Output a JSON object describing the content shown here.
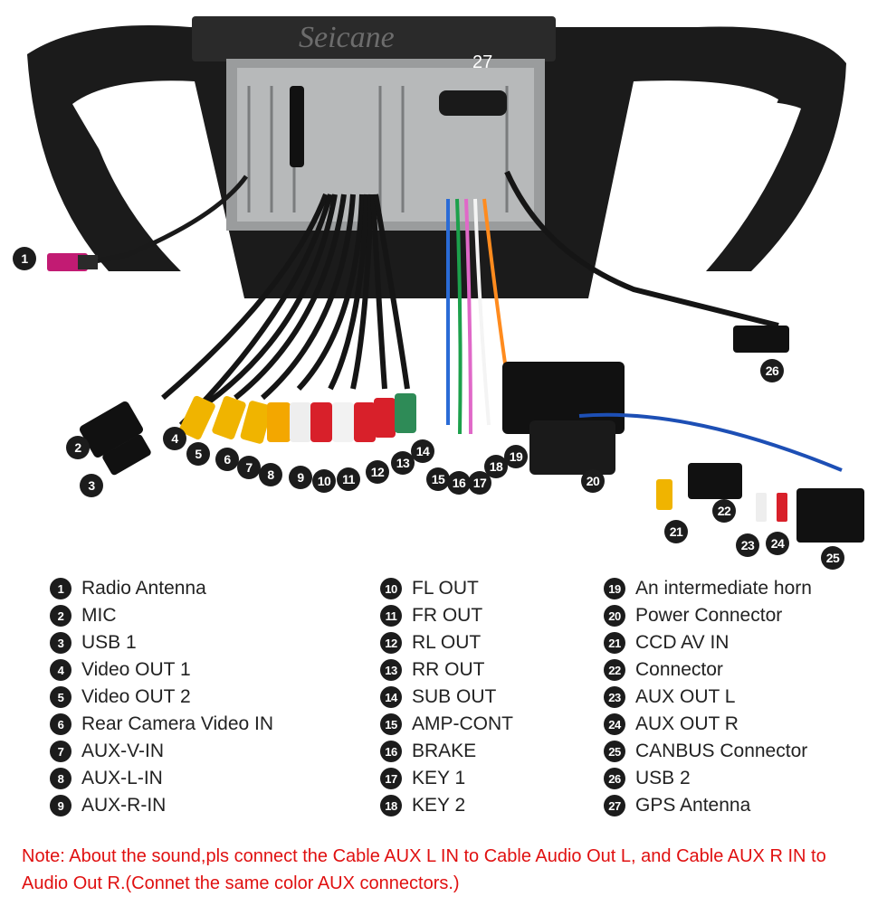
{
  "brand": {
    "watermark": "Seicane"
  },
  "colors": {
    "note": "#e01010",
    "callout_bg": "#1c1c1c",
    "bezel": "#1b1b1b"
  },
  "callouts": {
    "c1": "1",
    "c2": "2",
    "c3": "3",
    "c4": "4",
    "c5": "5",
    "c6": "6",
    "c7": "7",
    "c8": "8",
    "c9": "9",
    "c10": "10",
    "c11": "11",
    "c12": "12",
    "c13": "13",
    "c14": "14",
    "c15": "15",
    "c16": "16",
    "c17": "17",
    "c18": "18",
    "c19": "19",
    "c20": "20",
    "c21": "21",
    "c22": "22",
    "c23": "23",
    "c24": "24",
    "c25": "25",
    "c26": "26",
    "c27": "27"
  },
  "legend": {
    "col1": [
      {
        "num": "1",
        "label": "Radio Antenna"
      },
      {
        "num": "2",
        "label": "MIC"
      },
      {
        "num": "3",
        "label": "USB 1"
      },
      {
        "num": "4",
        "label": "Video OUT 1"
      },
      {
        "num": "5",
        "label": "Video OUT 2"
      },
      {
        "num": "6",
        "label": "Rear Camera Video IN"
      },
      {
        "num": "7",
        "label": "AUX-V-IN"
      },
      {
        "num": "8",
        "label": "AUX-L-IN"
      },
      {
        "num": "9",
        "label": "AUX-R-IN"
      }
    ],
    "col2": [
      {
        "num": "10",
        "label": "FL OUT"
      },
      {
        "num": "11",
        "label": "FR OUT"
      },
      {
        "num": "12",
        "label": "RL OUT"
      },
      {
        "num": "13",
        "label": "RR OUT"
      },
      {
        "num": "14",
        "label": "SUB OUT"
      },
      {
        "num": "15",
        "label": "AMP-CONT"
      },
      {
        "num": "16",
        "label": "BRAKE"
      },
      {
        "num": "17",
        "label": "KEY 1"
      },
      {
        "num": "18",
        "label": "KEY 2"
      }
    ],
    "col3": [
      {
        "num": "19",
        "label": "An intermediate horn"
      },
      {
        "num": "20",
        "label": "Power Connector"
      },
      {
        "num": "21",
        "label": "CCD AV IN"
      },
      {
        "num": "22",
        "label": "Connector"
      },
      {
        "num": "23",
        "label": "AUX OUT L"
      },
      {
        "num": "24",
        "label": "AUX OUT R"
      },
      {
        "num": "25",
        "label": "CANBUS Connector"
      },
      {
        "num": "26",
        "label": "USB 2"
      },
      {
        "num": "27",
        "label": "GPS Antenna"
      }
    ]
  },
  "note": "Note: About the sound,pls connect the Cable AUX L IN to Cable Audio Out L, and Cable AUX R IN to  Audio Out R.(Connet the same color AUX connectors.)"
}
